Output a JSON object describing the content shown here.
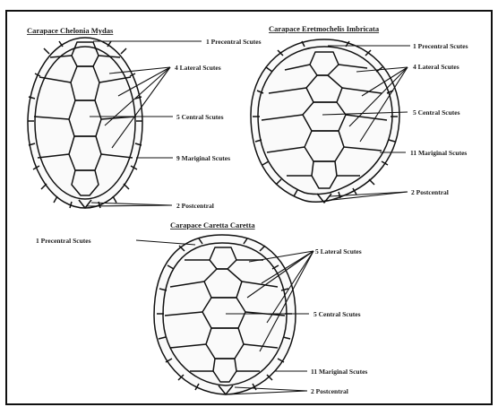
{
  "figures": [
    {
      "title": "Carapace Chelonia Mydas",
      "labels": [
        "1 Precentral Scutes",
        "4 Lateral Scutes",
        "5 Central Scutes",
        "9 Mariginal Scutes",
        "2 Postcentral"
      ]
    },
    {
      "title": "Carapace Eretmochelis Imbricata",
      "labels": [
        "1 Precentral Scutes",
        "4 Lateral Scutes",
        "5 Central Scutes",
        "11 Mariginal Scutes",
        "2 Postcentral"
      ]
    },
    {
      "title": "Carapace Caretta Caretta",
      "labels": [
        "1 Precentral Scutes",
        "5 Lateral Scutes",
        "5 Central Scutes",
        "11 Mariginal Scutes",
        "2 Postcentral"
      ]
    }
  ]
}
